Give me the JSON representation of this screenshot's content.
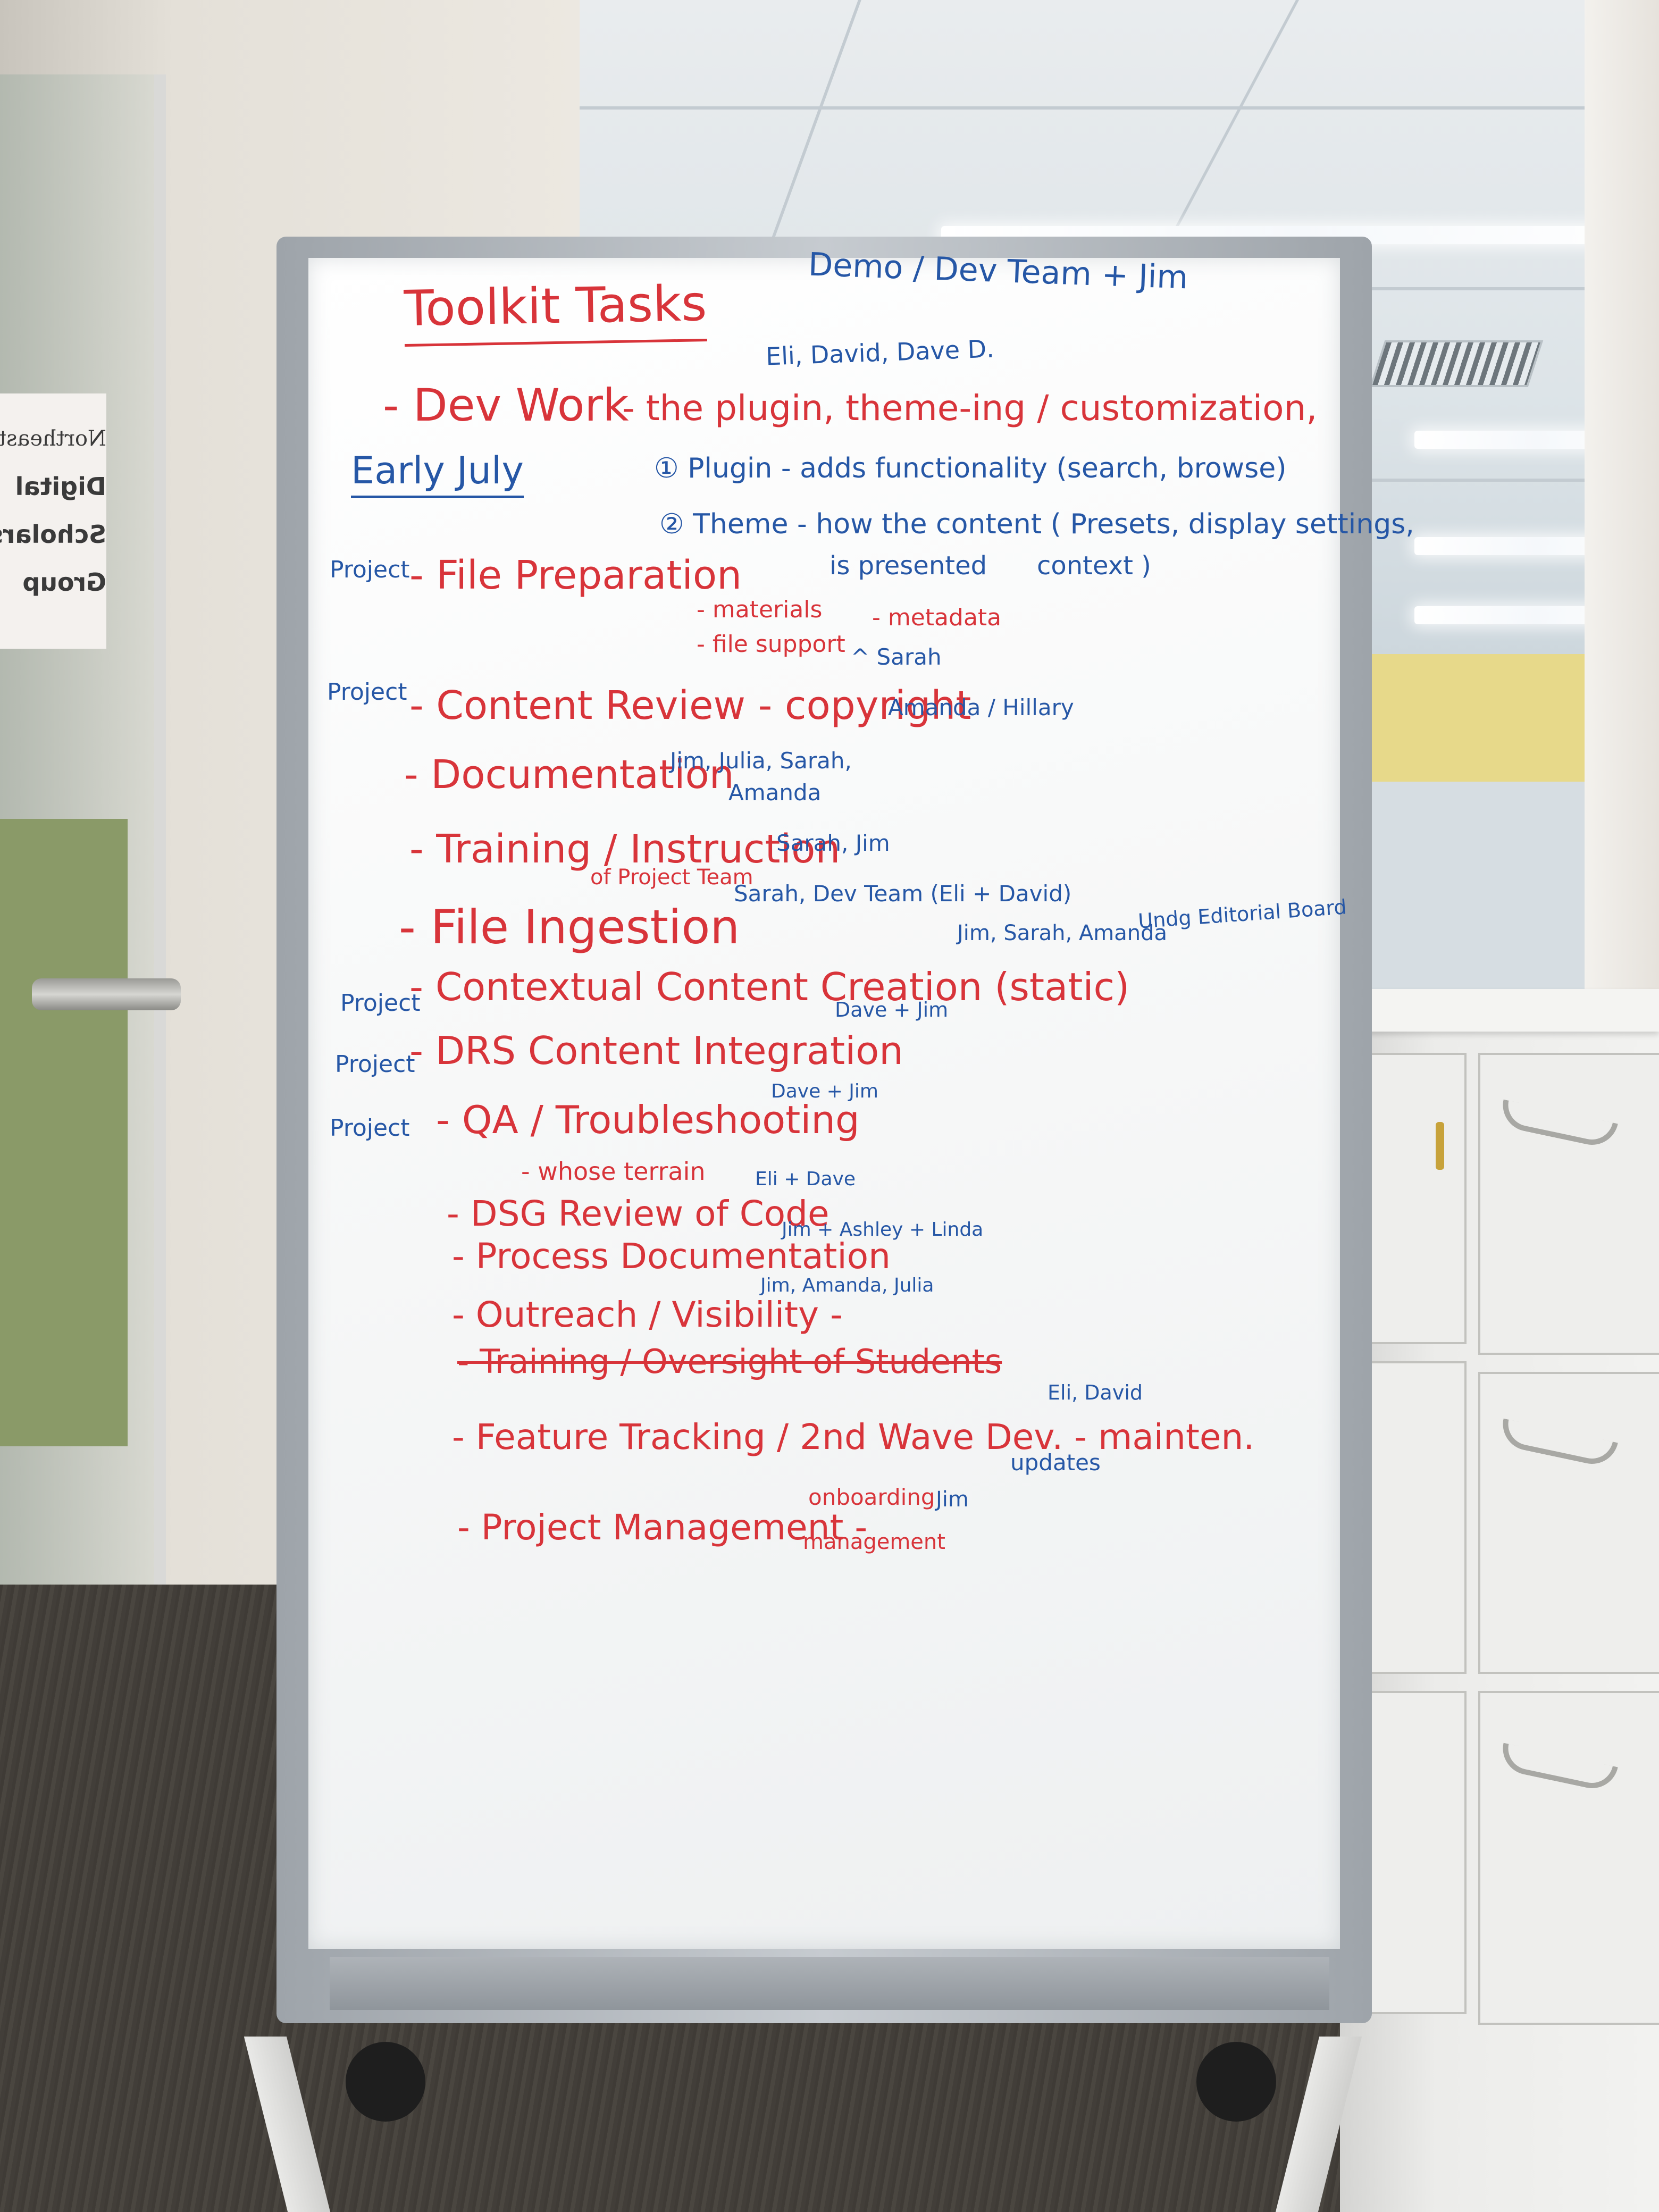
{
  "door_sign": {
    "lines": [
      "Northeastern",
      "Digital Scholarship",
      "Group"
    ]
  },
  "whiteboard": {
    "title": "Toolkit Tasks",
    "demo_note": "Demo / Dev Team + Jim",
    "dev_names": "Eli, David, Dave D.",
    "early_july": "Early July",
    "lines": {
      "dev_work": "- Dev Work",
      "dev_work_detail": "- the plugin, theme-ing / customization,",
      "plugin": "① Plugin - adds functionality (search, browse)",
      "theme": "② Theme - how the content ( Presets, display settings,",
      "theme_2": "is presented",
      "theme_3": "context )",
      "project_1": "Project",
      "file_prep": "- File Preparation",
      "materials": "- materials",
      "metadata": "- metadata",
      "file_support": "- file support",
      "sarah_1": "^ Sarah",
      "project_2": "Project",
      "content_review": "- Content Review - copyright",
      "amanda_hillary": "Amanda / Hillary",
      "documentation": "- Documentation",
      "doc_names": "Jim, Julia, Sarah,",
      "doc_names_2": "Amanda",
      "training": "- Training / Instruction",
      "training_sub": "of Project Team",
      "training_names": "Sarah, Jim",
      "file_ingestion": "- File Ingestion",
      "ingestion_names": "Sarah, Dev Team (Eli + David)",
      "project_3": "Project",
      "contextual": "- Contextual Content Creation (static)",
      "contextual_names": "Jim, Sarah, Amanda",
      "editorial_board": "Undg Editorial Board",
      "dave_jim_1": "Dave + Jim",
      "project_4": "Project",
      "drs": "- DRS Content Integration",
      "project_5": "Project",
      "qa": "- QA / Troubleshooting",
      "dave_jim_2": "Dave + Jim",
      "whose_terrain": "- whose terrain",
      "dsg_review": "- DSG Review of Code",
      "eli_dave": "Eli + Dave",
      "process_doc": "- Process Documentation",
      "process_names": "Jim + Ashley + Linda",
      "outreach": "- Outreach / Visibility -",
      "outreach_names": "Jim, Amanda, Julia",
      "training_students": "- Training / Oversight of Students",
      "feature_tracking": "- Feature Tracking / 2nd Wave Dev. - mainten.",
      "feature_names": "Eli, David",
      "updates": "updates",
      "project_mgmt": "- Project Management -",
      "onboarding": "onboarding",
      "jim_mgmt": "Jim",
      "management": "management"
    }
  }
}
